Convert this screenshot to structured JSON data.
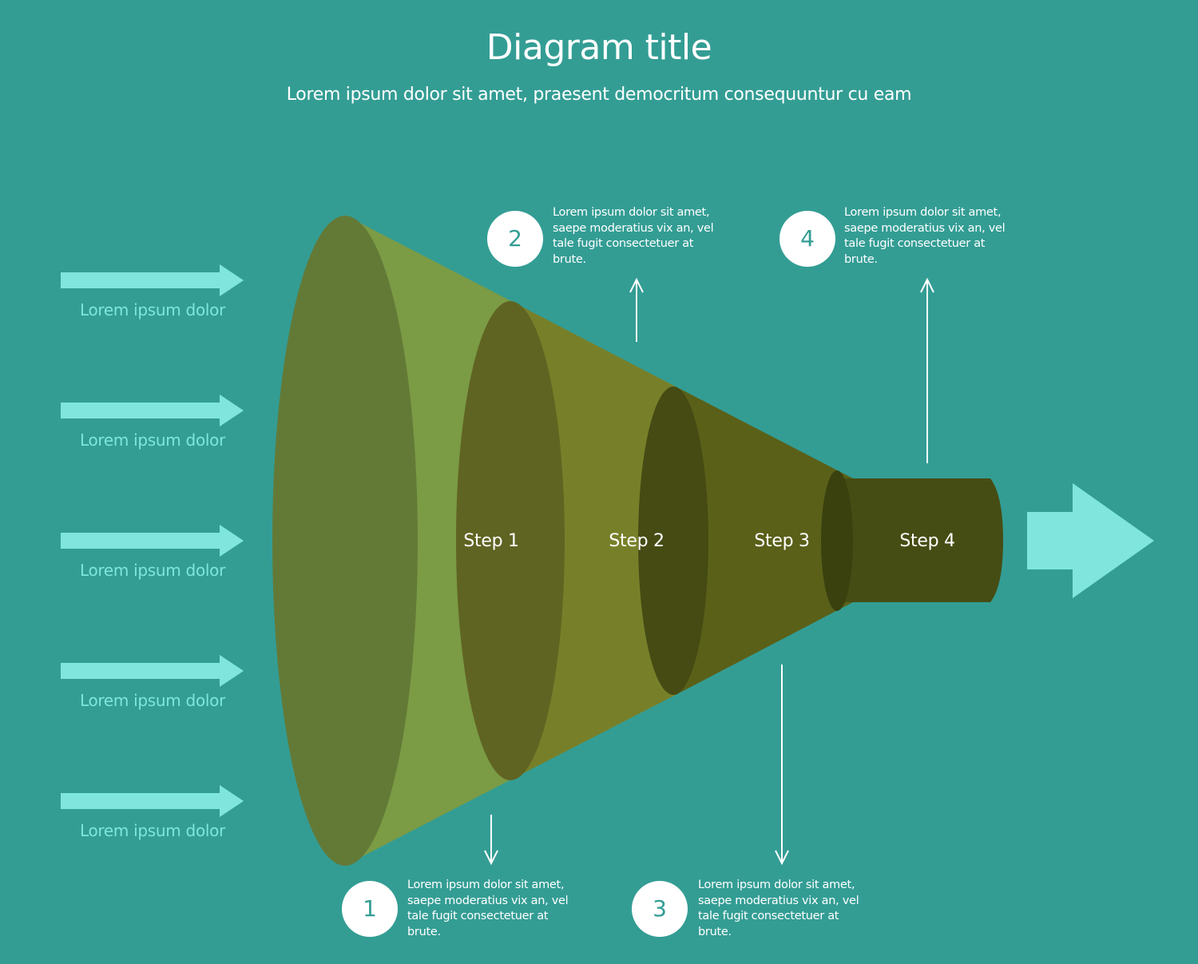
{
  "header": {
    "title": "Diagram title",
    "subtitle": "Lorem ipsum dolor sit amet, praesent democritum consequuntur cu eam"
  },
  "inputs": [
    {
      "label": "Lorem ipsum dolor",
      "icon": "arrow-right-icon"
    },
    {
      "label": "Lorem ipsum dolor",
      "icon": "arrow-right-icon"
    },
    {
      "label": "Lorem ipsum dolor",
      "icon": "arrow-right-icon"
    },
    {
      "label": "Lorem ipsum dolor",
      "icon": "arrow-right-icon"
    },
    {
      "label": "Lorem ipsum dolor",
      "icon": "arrow-right-icon"
    }
  ],
  "steps": [
    {
      "label": "Step 1"
    },
    {
      "label": "Step 2"
    },
    {
      "label": "Step 3"
    },
    {
      "label": "Step 4"
    }
  ],
  "callouts": [
    {
      "number": "1",
      "text": "Lorem ipsum dolor sit amet, saepe moderatius vix an, vel tale fugit consectetuer at brute."
    },
    {
      "number": "2",
      "text": "Lorem ipsum dolor sit amet, saepe moderatius vix an, vel tale fugit consectetuer at brute."
    },
    {
      "number": "3",
      "text": "Lorem ipsum dolor sit amet, saepe moderatius vix an, vel tale fugit consectetuer at brute."
    },
    {
      "number": "4",
      "text": "Lorem ipsum dolor sit amet, saepe moderatius vix an, vel tale fugit consectetuer at brute."
    }
  ],
  "colors": {
    "background": "#339d94",
    "arrow": "#7fe5dd",
    "segment1": "#7b9b45",
    "ellipse1": "#637a37",
    "segment2": "#778029",
    "ellipse2": "#606422",
    "segment3": "#5a6018",
    "ellipse3": "#454b13",
    "segment4": "#464d14",
    "ellipse4": "#3a410f",
    "text": "#ffffff"
  }
}
